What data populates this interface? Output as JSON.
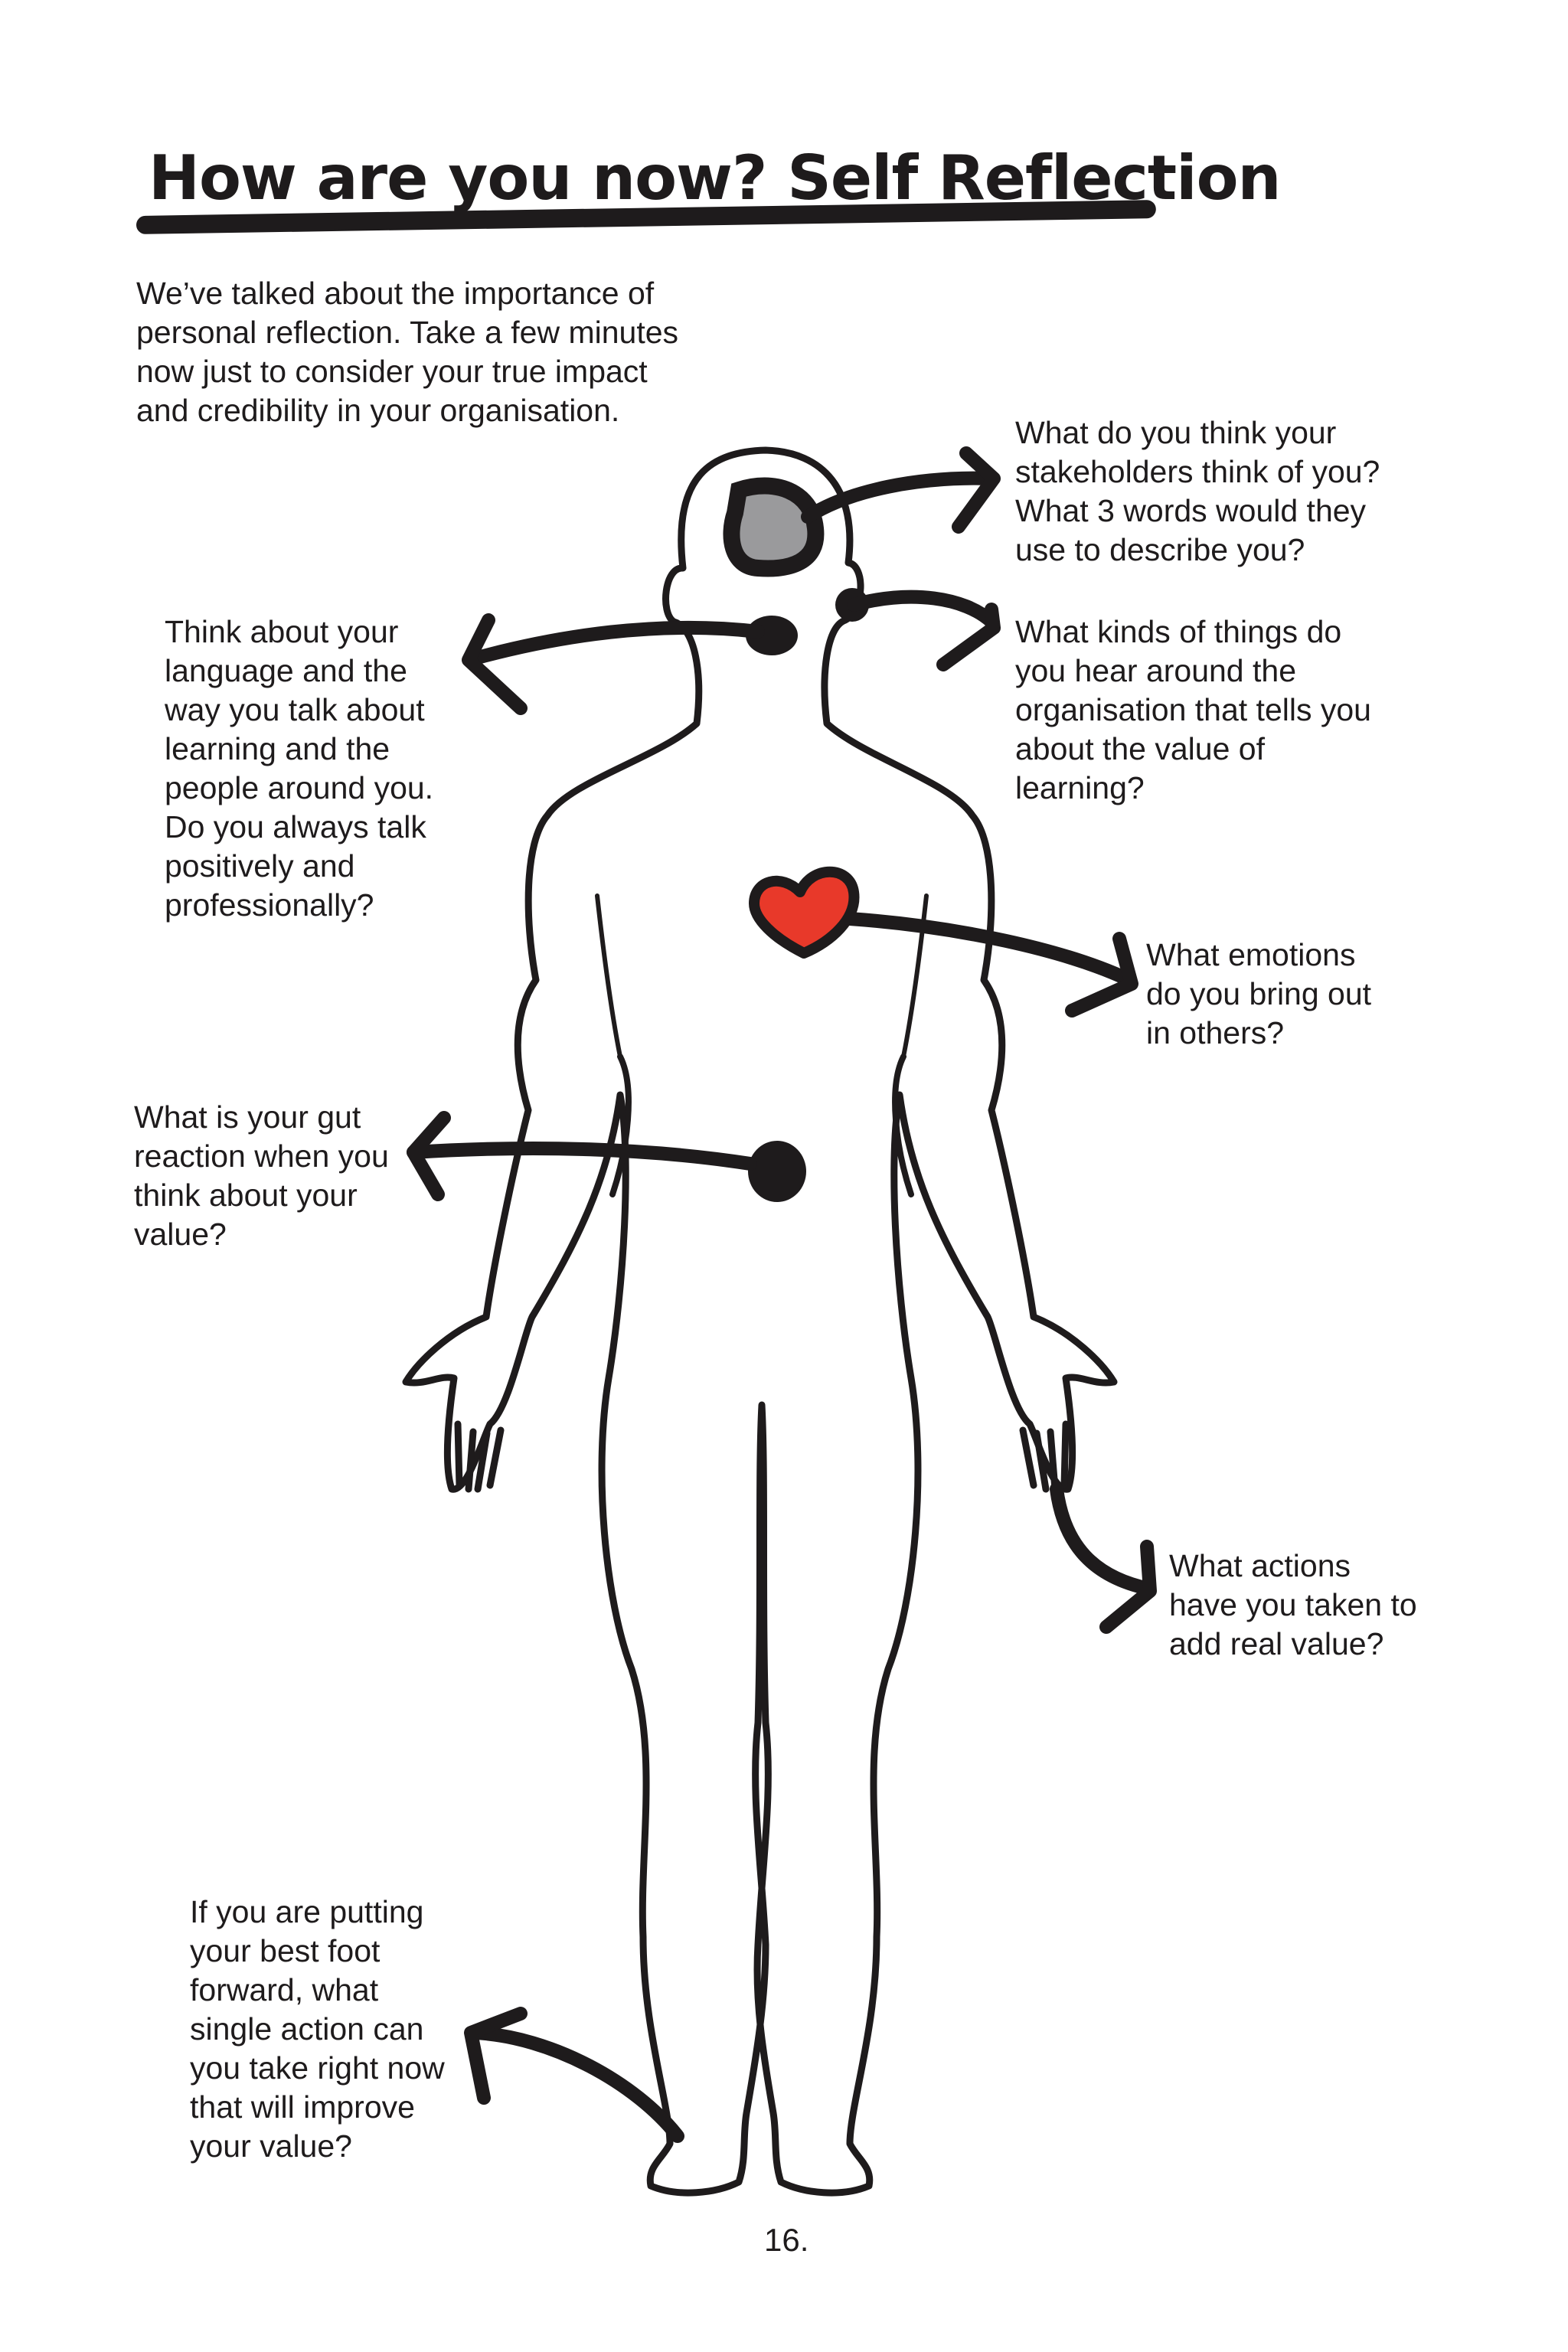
{
  "title": "How are you now? Self Reflection",
  "intro": "We’ve talked about the importance of\npersonal reflection. Take a few minutes\nnow just to consider your true impact\nand credibility in your organisation.",
  "questions": {
    "stakeholders": "What do you think your\nstakeholders think of you?\nWhat 3 words would they\nuse to describe you?",
    "language": "Think about your\nlanguage and the\nway you talk about\nlearning and the\npeople around you.\nDo you always talk\npositively and\nprofessionally?",
    "hear": "What kinds of things do\nyou hear around the\norganisation that tells you\nabout the value of\nlearning?",
    "emotions": "What emotions\ndo you bring out\nin others?",
    "gut": "What is your gut\nreaction when you\nthink about your\nvalue?",
    "actions": "What actions\nhave you taken to\nadd real value?",
    "foot": "If you are putting\nyour best foot\nforward, what\nsingle action can\nyou take right now\nthat will improve\nyour value?"
  },
  "page_number": "16.",
  "colors": {
    "ink": "#1e1b1c",
    "brain": "#9a9a9c",
    "heart": "#e8392a"
  }
}
